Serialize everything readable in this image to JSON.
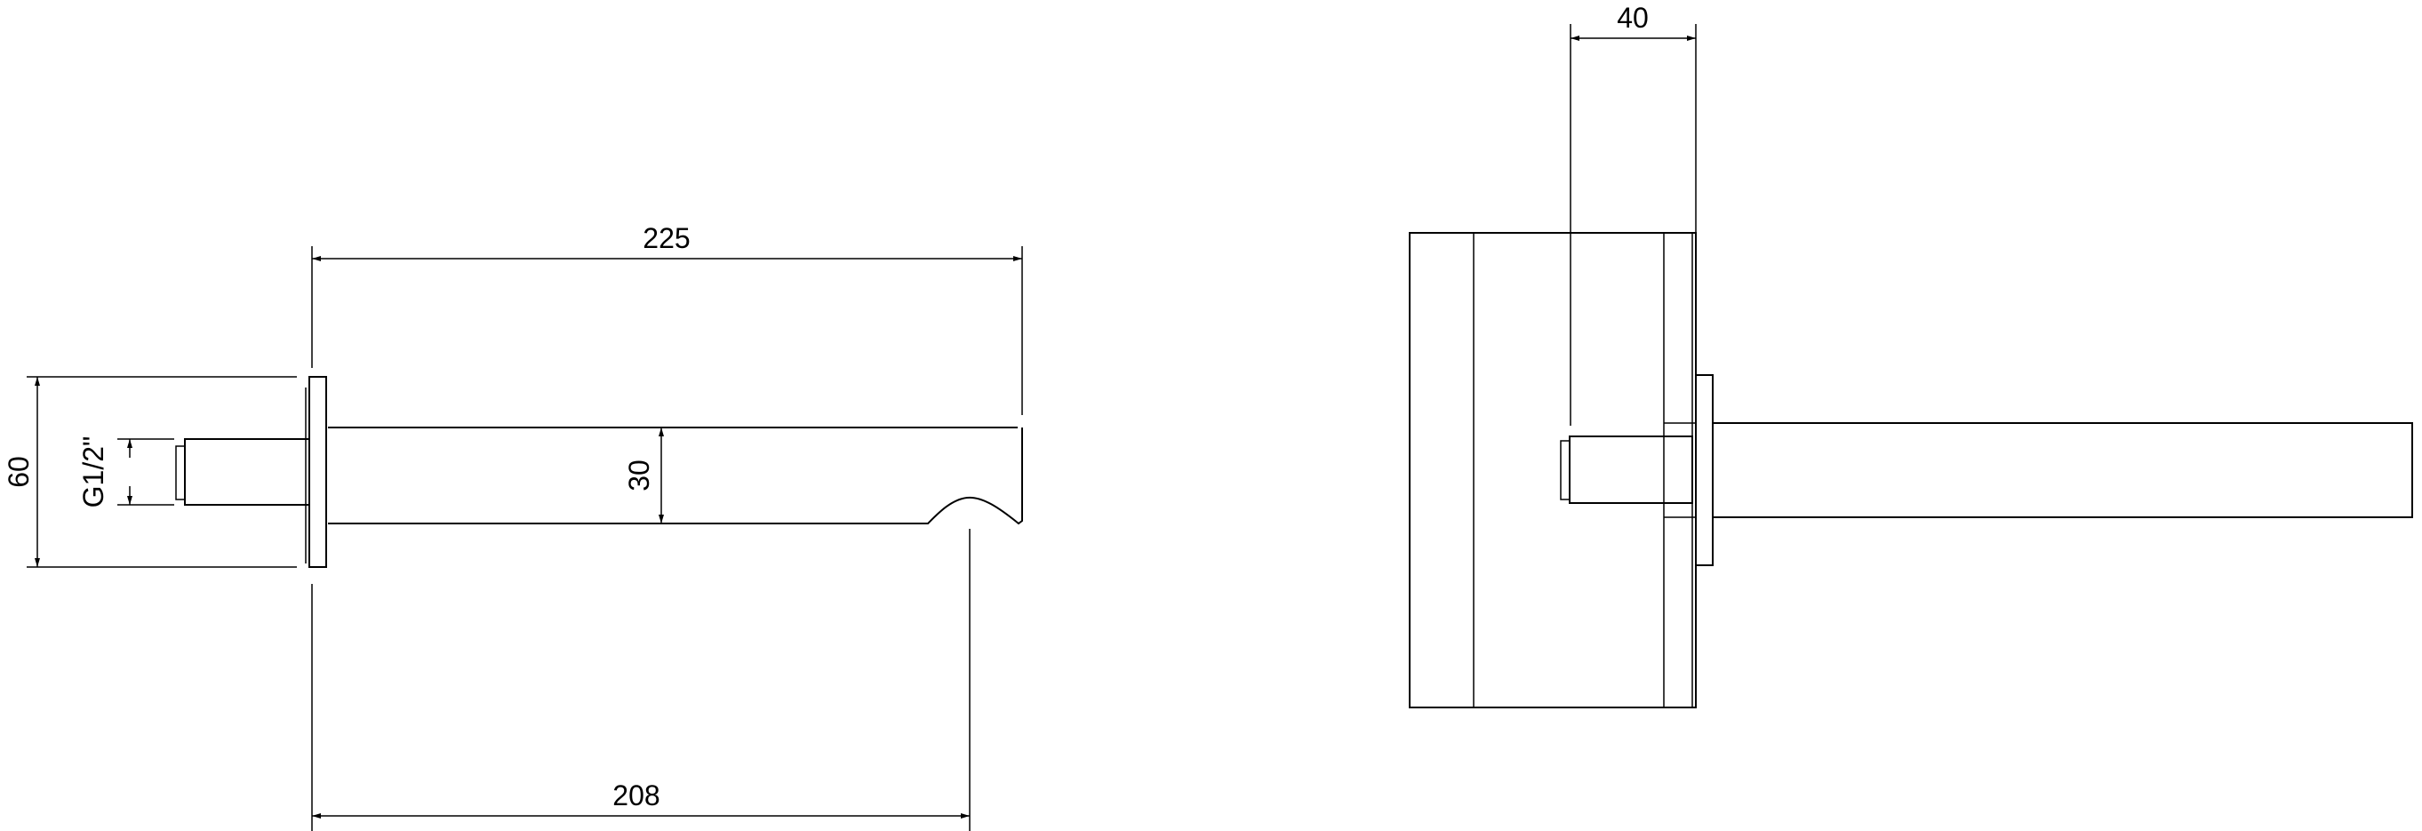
{
  "drawing": {
    "side_view": {
      "dimensions": {
        "overall_length": "225",
        "outlet_distance": "208",
        "flange_height": "60",
        "thread": "G1/2\"",
        "spout_height": "30"
      }
    },
    "top_view": {
      "dimensions": {
        "connection_depth": "40"
      }
    },
    "line_color": "#000000",
    "background": "#ffffff"
  }
}
